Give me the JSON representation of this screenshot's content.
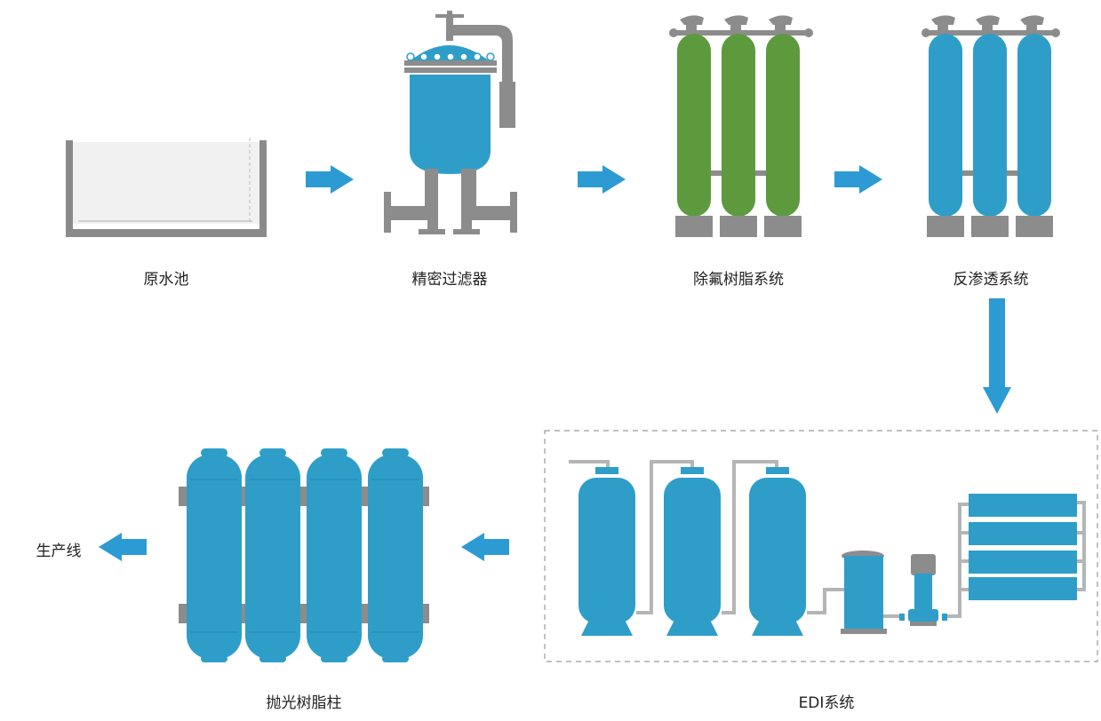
{
  "stages": {
    "raw_water_tank": "原水池",
    "precision_filter": "精密过滤器",
    "defluoride_resin": "除氟树脂系统",
    "reverse_osmosis": "反渗透系统",
    "edi": "EDI系统",
    "polishing_resin": "抛光树脂柱",
    "production_line": "生产线"
  },
  "colors": {
    "blue": "#2e9ec8",
    "green": "#5d9a3e",
    "gray": "#8c8c8c",
    "arrow": "#2c9bd4"
  }
}
